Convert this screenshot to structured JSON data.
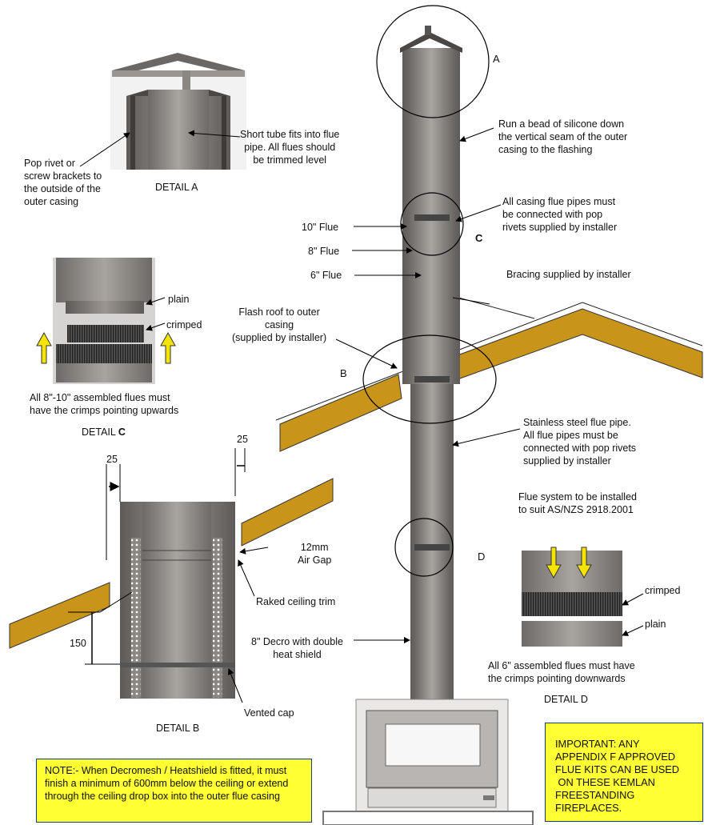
{
  "labels": {
    "A": "A",
    "B": "B",
    "C": "C",
    "D": "D"
  },
  "detail_a": {
    "caption": "DETAIL A",
    "short_tube": "Short tube fits into flue\npipe. All flues should\nbe trimmed level",
    "pop_rivet": "Pop rivet or\nscrew brackets to\nthe outside of the\nouter casing"
  },
  "detail_c": {
    "caption_prefix": "DETAIL ",
    "caption_letter": "C",
    "plain": "plain",
    "crimped": "crimped",
    "note": "All 8\"-10\" assembled flues must\nhave the crimps pointing upwards"
  },
  "detail_b": {
    "caption": "DETAIL B",
    "dim_25_left": "25",
    "dim_25_right": "25",
    "air_gap": "12mm\nAir Gap",
    "raked_trim": "Raked ceiling trim",
    "dim_150": "150",
    "decro": "8\" Decro with double\nheat shield",
    "vented_cap": "Vented cap"
  },
  "main": {
    "silicone": "Run a bead of silicone down\nthe vertical seam of the outer\ncasing to the flashing",
    "casing_pipes": "All casing flue pipes must\nbe connected with pop\nrivets supplied by installer",
    "flue10": "10\" Flue",
    "flue8": "8\" Flue",
    "flue6": "6\" Flue",
    "bracing": "Bracing supplied by installer",
    "flash_roof": "Flash roof to outer\ncasing\n(supplied by installer)",
    "stainless": "Stainless steel flue pipe.\nAll flue pipes must be\nconnected with pop rivets\nsupplied by installer",
    "standard": "Flue system to be installed\nto suit AS/NZS 2918.2001"
  },
  "detail_d": {
    "caption": "DETAIL D",
    "crimped": "crimped",
    "plain": "plain",
    "note": "All 6\" assembled flues must have\nthe crimps pointing downwards"
  },
  "note_box": "NOTE:- When Decromesh / Heatshield is fitted, it must\nfinish a minimum of 600mm below the ceiling or extend\nthrough the ceiling drop box into the outer flue casing",
  "important_box": "IMPORTANT: ANY\nAPPENDIX F APPROVED\nFLUE KITS CAN BE USED\n ON THESE KEMLAN\nFREESTANDING\nFIREPLACES.",
  "colors": {
    "timber": "#c9941a",
    "pipe": "#7a7672",
    "highlight": "#ffff33",
    "arrow_yellow": "#f5e400"
  }
}
